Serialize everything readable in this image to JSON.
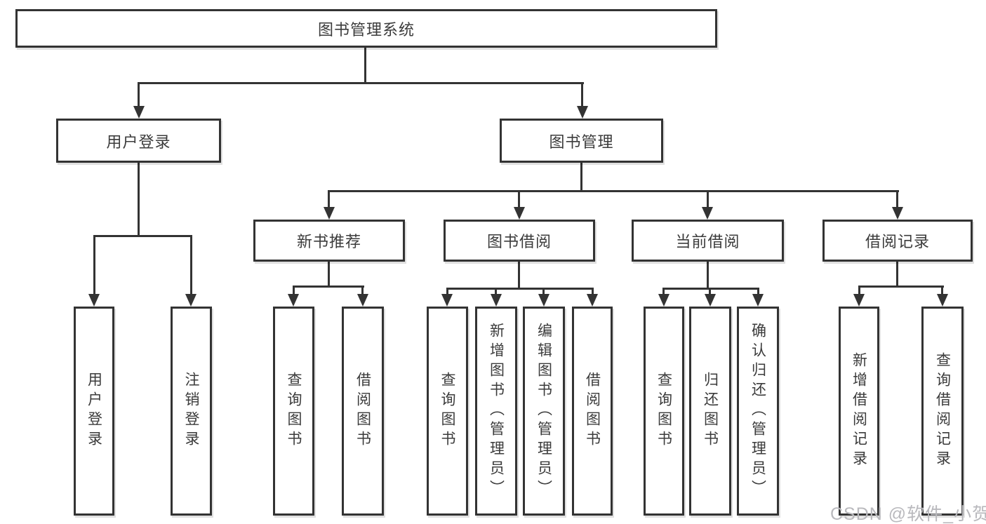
{
  "tree": {
    "label": "图书管理系统",
    "children": [
      {
        "label": "用户登录",
        "children": [
          {
            "label": "用户登录"
          },
          {
            "label": "注销登录"
          }
        ]
      },
      {
        "label": "图书管理",
        "children": [
          {
            "label": "新书推荐",
            "children": [
              {
                "label": "查询图书"
              },
              {
                "label": "借阅图书"
              }
            ]
          },
          {
            "label": "图书借阅",
            "children": [
              {
                "label": "查询图书"
              },
              {
                "label": "新增图书（管理员）"
              },
              {
                "label": "编辑图书（管理员）"
              },
              {
                "label": "借阅图书"
              }
            ]
          },
          {
            "label": "当前借阅",
            "children": [
              {
                "label": "查询图书"
              },
              {
                "label": "归还图书"
              },
              {
                "label": "确认归还（管理员）"
              }
            ]
          },
          {
            "label": "借阅记录",
            "children": [
              {
                "label": "新增借阅记录"
              },
              {
                "label": "查询借阅记录"
              }
            ]
          }
        ]
      }
    ]
  },
  "watermark": "CSDN @软件_小贺同学",
  "colors": {
    "line": "#333333",
    "box_background": "#ffffff",
    "text": "#3b3b3b",
    "watermark": "#b9b9bd"
  }
}
